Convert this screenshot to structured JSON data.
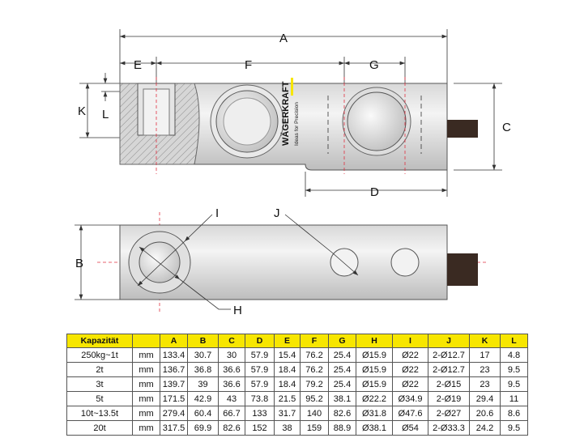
{
  "labels": {
    "A": "A",
    "B": "B",
    "C": "C",
    "D": "D",
    "E": "E",
    "F": "F",
    "G": "G",
    "H": "H",
    "I": "I",
    "J": "J",
    "K": "K",
    "L": "L"
  },
  "logo": {
    "brand": "WÄGERKRAFT",
    "tagline": "Ideas for Precision"
  },
  "table": {
    "headers": [
      "Kapazität",
      "",
      "A",
      "B",
      "C",
      "D",
      "E",
      "F",
      "G",
      "H",
      "I",
      "J",
      "K",
      "L"
    ],
    "rows": [
      [
        "250kg~1t",
        "mm",
        "133.4",
        "30.7",
        "30",
        "57.9",
        "15.4",
        "76.2",
        "25.4",
        "Ø15.9",
        "Ø22",
        "2-Ø12.7",
        "17",
        "4.8"
      ],
      [
        "2t",
        "mm",
        "136.7",
        "36.8",
        "36.6",
        "57.9",
        "18.4",
        "76.2",
        "25.4",
        "Ø15.9",
        "Ø22",
        "2-Ø12.7",
        "23",
        "9.5"
      ],
      [
        "3t",
        "mm",
        "139.7",
        "39",
        "36.6",
        "57.9",
        "18.4",
        "79.2",
        "25.4",
        "Ø15.9",
        "Ø22",
        "2-Ø15",
        "23",
        "9.5"
      ],
      [
        "5t",
        "mm",
        "171.5",
        "42.9",
        "43",
        "73.8",
        "21.5",
        "95.2",
        "38.1",
        "Ø22.2",
        "Ø34.9",
        "2-Ø19",
        "29.4",
        "11"
      ],
      [
        "10t~13.5t",
        "mm",
        "279.4",
        "60.4",
        "66.7",
        "133",
        "31.7",
        "140",
        "82.6",
        "Ø31.8",
        "Ø47.6",
        "2-Ø27",
        "20.6",
        "8.6"
      ],
      [
        "20t",
        "mm",
        "317.5",
        "69.9",
        "82.6",
        "152",
        "38",
        "159",
        "88.9",
        "Ø38.1",
        "Ø54",
        "2-Ø33.3",
        "24.2",
        "9.5"
      ]
    ]
  },
  "colors": {
    "header": "#f7e600",
    "centerline": "#e03040"
  }
}
